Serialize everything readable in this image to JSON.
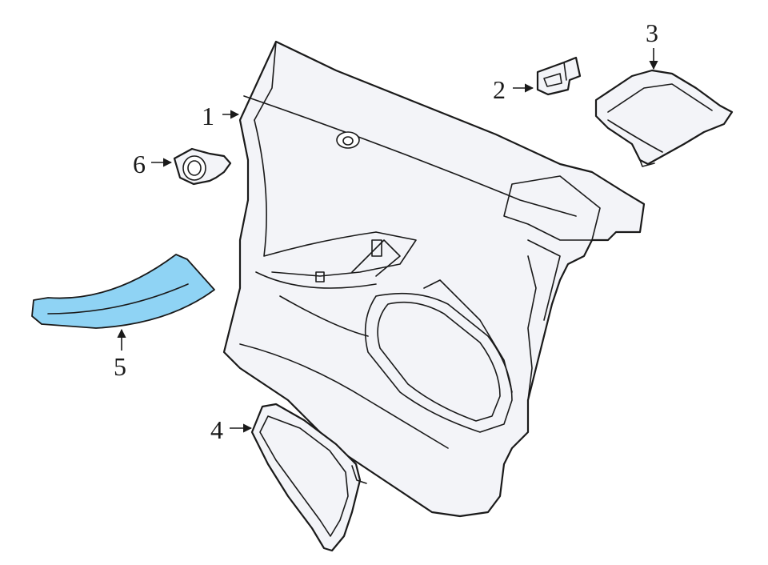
{
  "callouts": {
    "c1": "1",
    "c2": "2",
    "c3": "3",
    "c4": "4",
    "c5": "5",
    "c6": "6"
  },
  "colors": {
    "highlight": "#8fd3f4",
    "outline": "#1a1a1a",
    "part_fill": "#f3f4f8"
  },
  "icons": {
    "arrowhead": "filled-triangle"
  }
}
